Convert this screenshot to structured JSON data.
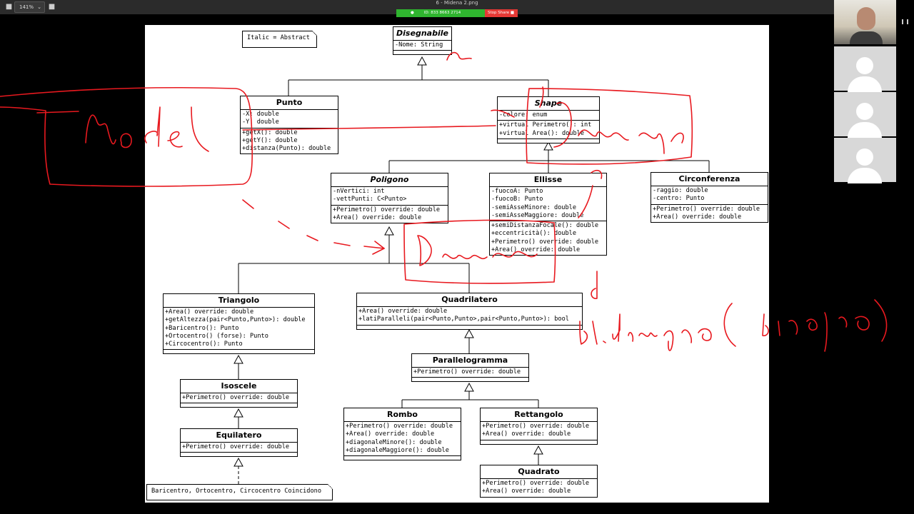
{
  "window": {
    "title": "6 - Midena 2.png",
    "zoom": "141%",
    "share": {
      "status": "ID: 833 8663 2714",
      "stop_label": "Stop Share"
    }
  },
  "icons": {
    "minimize": "minus-icon",
    "prev": "chevron-left-icon",
    "next": "plus-icon"
  },
  "diagram": {
    "legend": "Italic = Abstract",
    "bottom_note": "Baricentro, Ortocentro, Circocentro Coincidono",
    "classes": {
      "disegnabile": {
        "name": "Disegnabile",
        "attrs": [
          "-Nome: String"
        ],
        "methods": []
      },
      "punto": {
        "name": "Punto",
        "attrs": [
          "-X: double",
          "-Y: double"
        ],
        "methods": [
          "+getX(): double",
          "+getY(): double",
          "+distanza(Punto): double"
        ]
      },
      "shape": {
        "name": "Shape",
        "attrs": [
          "-colore: enum"
        ],
        "methods": [
          "+virtual Perimetro(): int",
          "+virtual Area(): double"
        ]
      },
      "poligono": {
        "name": "Poligono",
        "attrs": [
          "-nVertici: int",
          "-vettPunti: C<Punto>"
        ],
        "methods": [
          "+Perimetro() override: double",
          "+Area() override: double"
        ]
      },
      "ellisse": {
        "name": "Ellisse",
        "attrs": [
          "-fuocoA: Punto",
          "-fuocoB: Punto",
          "-semiAsseMinore: double",
          "-semiAsseMaggiore: double"
        ],
        "methods": [
          "+semiDistanzaFocale(): double",
          "+eccentricità(): double",
          "+Perimetro() override: double",
          "+Area() override: double"
        ]
      },
      "circonferenza": {
        "name": "Circonferenza",
        "attrs": [
          "-raggio: double",
          "-centro: Punto"
        ],
        "methods": [
          "+Perimetro() override: double",
          "+Area() override: double"
        ]
      },
      "triangolo": {
        "name": "Triangolo",
        "methods": [
          "+Area() override: double",
          "+getAltezza(pair<Punto,Punto>): double",
          "+Baricentro(): Punto",
          "+Ortocentro() (forse): Punto",
          "+Circocentro(): Punto"
        ]
      },
      "quadrilatero": {
        "name": "Quadrilatero",
        "methods": [
          "+Area() override: double",
          "+latiParalleli(pair<Punto,Punto>,pair<Punto,Punto>): bool"
        ]
      },
      "isoscele": {
        "name": "Isoscele",
        "methods": [
          "+Perimetro() override: double"
        ]
      },
      "parallelogramma": {
        "name": "Parallelogramma",
        "methods": [
          "+Perimetro() override: double"
        ]
      },
      "equilatero": {
        "name": "Equilatero",
        "methods": [
          "+Perimetro() override: double"
        ]
      },
      "rombo": {
        "name": "Rombo",
        "methods": [
          "+Perimetro() override: double",
          "+Area() override: double",
          "+diagonaleMinore(): double",
          "+diagonaleMaggiore(): double"
        ]
      },
      "rettangolo": {
        "name": "Rettangolo",
        "methods": [
          "+Perimetro() override: double",
          "+Area() override: double"
        ]
      },
      "quadrato": {
        "name": "Quadrato",
        "methods": [
          "+Perimetro() override: double",
          "+Area() override: double"
        ]
      }
    }
  },
  "annotation_color": "#e8191f"
}
